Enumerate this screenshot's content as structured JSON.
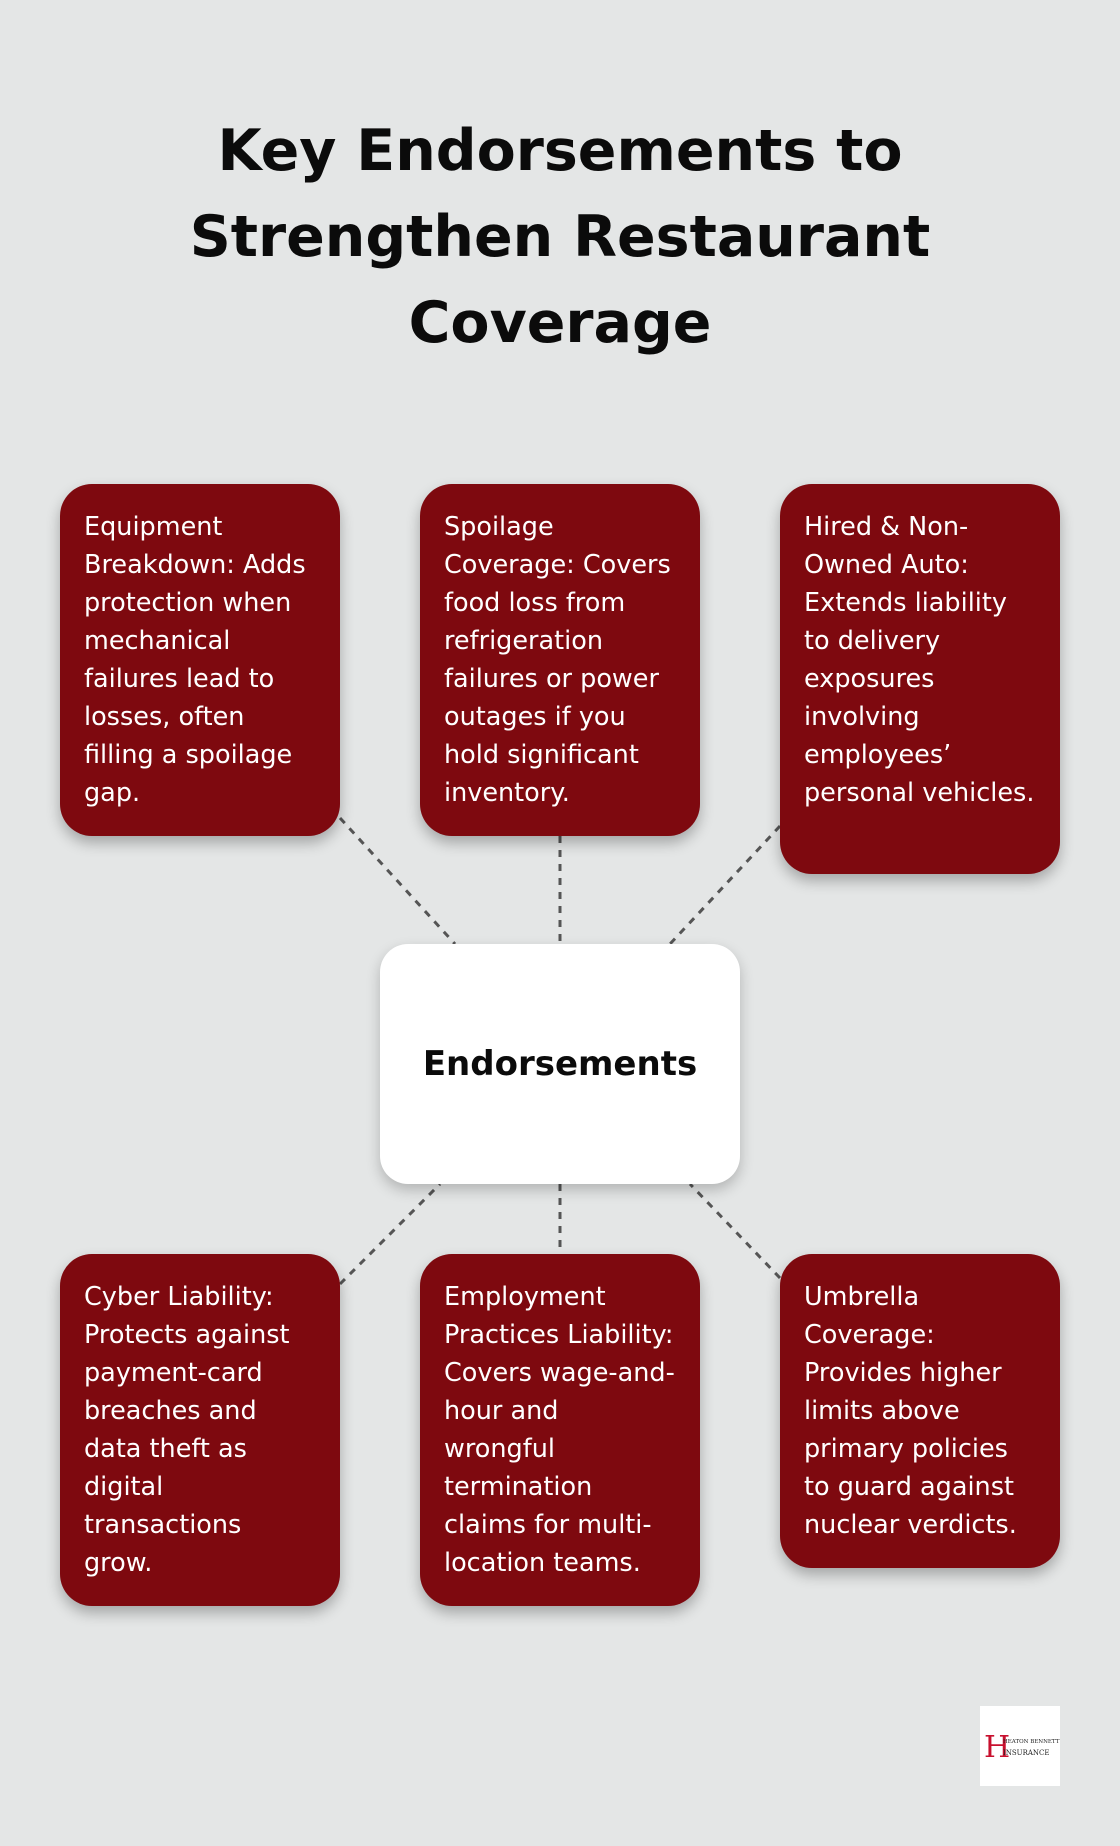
{
  "title": "Key Endorsements to Strengthen Restaurant Coverage",
  "center": {
    "label": "Endorsements"
  },
  "endorsements": [
    {
      "text": "Equipment Breakdown: Adds protection when mechanical failures lead to losses, often filling a spoilage gap."
    },
    {
      "text": "Spoilage Coverage: Covers food loss from refrigeration failures or power outages if you hold significant inventory."
    },
    {
      "text": "Hired & Non-Owned Auto: Extends liability to delivery exposures involving employees’ personal vehicles."
    },
    {
      "text": "Cyber Liability: Protects against payment-card breaches and data theft as digital transactions grow."
    },
    {
      "text": "Employment Practices Liability: Covers wage-and-hour and wrongful termination claims for multi-location teams."
    },
    {
      "text": "Umbrella Coverage: Provides higher limits above primary policies to guard against nuclear verdicts."
    }
  ],
  "logo": {
    "letter": "H",
    "line1": "HEATON BENNETT",
    "line2": "INSURANCE",
    "letter_color": "#c8102e"
  },
  "colors": {
    "card": "#7e090f",
    "background": "#e4e6e6",
    "center": "#ffffff"
  }
}
